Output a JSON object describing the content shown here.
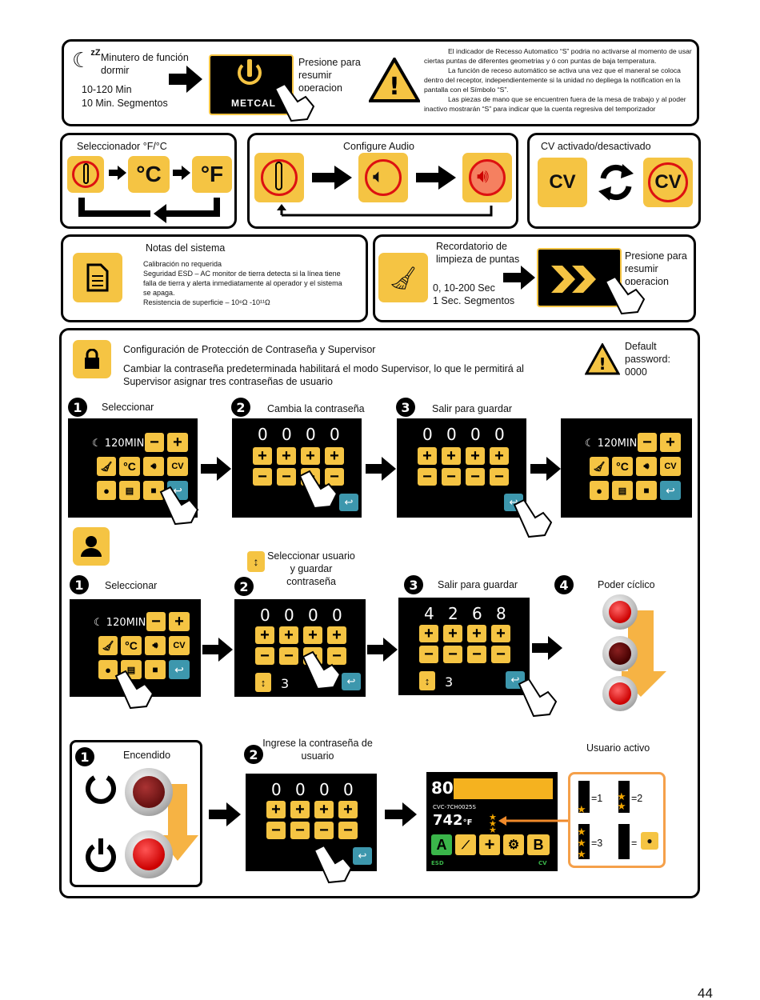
{
  "sleep": {
    "title": "Minutero de función dormir",
    "range": "10-120 Min",
    "step": "10 Min. Segmentos",
    "press": "Presione para resumir operacion",
    "brand": "METCAL",
    "notes": [
      "El indicador de Recesso Automatico “S” podria no activarse al momento de usar ciertas puntas de diferentes geometrias y ó con puntas de baja temperatura.",
      "La función de receso automático se activa una vez que el maneral se coloca dentro del receptor, independientemente si la unidad no depliega la notification en la pantalla con el Símbolo “S”.",
      "Las piezas de mano que se encuentren fuera de la mesa de trabajo y al poder inactivo mostrarán “S” para indicar que la cuenta regresiva del temporizador"
    ]
  },
  "unit_selector": {
    "title": "Seleccionador °F/°C",
    "c": "°C",
    "f": "°F"
  },
  "audio": {
    "title": "Configure Audio"
  },
  "cv": {
    "title": "CV activado/desactivado",
    "label": "CV"
  },
  "system_notes": {
    "title": "Notas del sistema",
    "line1": "Calibración no requerida",
    "line2": "Seguridad ESD – AC monitor de tierra detecta si la línea tiene falla de tierra y alerta inmediatamente al operador y el sistema se apaga.",
    "line3": "Resistencia de superficie – 10⁶Ω -10¹¹Ω"
  },
  "tip_clean": {
    "title": "Recordatorio de limpieza de puntas",
    "range": "0, 10-200 Sec",
    "step": "1 Sec. Segmentos",
    "press": "Presione para resumir operacion"
  },
  "password": {
    "title": "Configuración de Protección de Contraseña y Supervisor",
    "desc": "Cambiar la contraseña predeterminada habilitará el modo Supervisor, lo que le permitirá al Supervisor asignar tres contraseñas de usuario",
    "default": "Default password: 0000",
    "step1": "Seleccionar",
    "step2": "Cambia la contraseña",
    "step3": "Salir para guardar",
    "n1": "1",
    "n2": "2",
    "n3": "3",
    "n4": "4",
    "min": "120MIN",
    "code": [
      "0",
      "0",
      "0",
      "0"
    ]
  },
  "user": {
    "step1": "Seleccionar",
    "step2": "Seleccionar usuario y guardar contraseña",
    "step3": "Salir para guardar",
    "step4": "Poder cíclico",
    "user_num": "3",
    "code": [
      "4",
      "2",
      "6",
      "8"
    ]
  },
  "login": {
    "step1": "Encendido",
    "step2": "Ingrese la contraseña de usuario",
    "active": "Usuario activo",
    "power": "80",
    "model": "CVC-7CH0025S",
    "temp": "742",
    "unit": "°F",
    "a": "A",
    "b": "B",
    "esd": "ESD",
    "cv": "CV",
    "eq1": "=1",
    "eq2": "=2",
    "eq3": "=3",
    "eq4": "="
  },
  "page_number": "44"
}
